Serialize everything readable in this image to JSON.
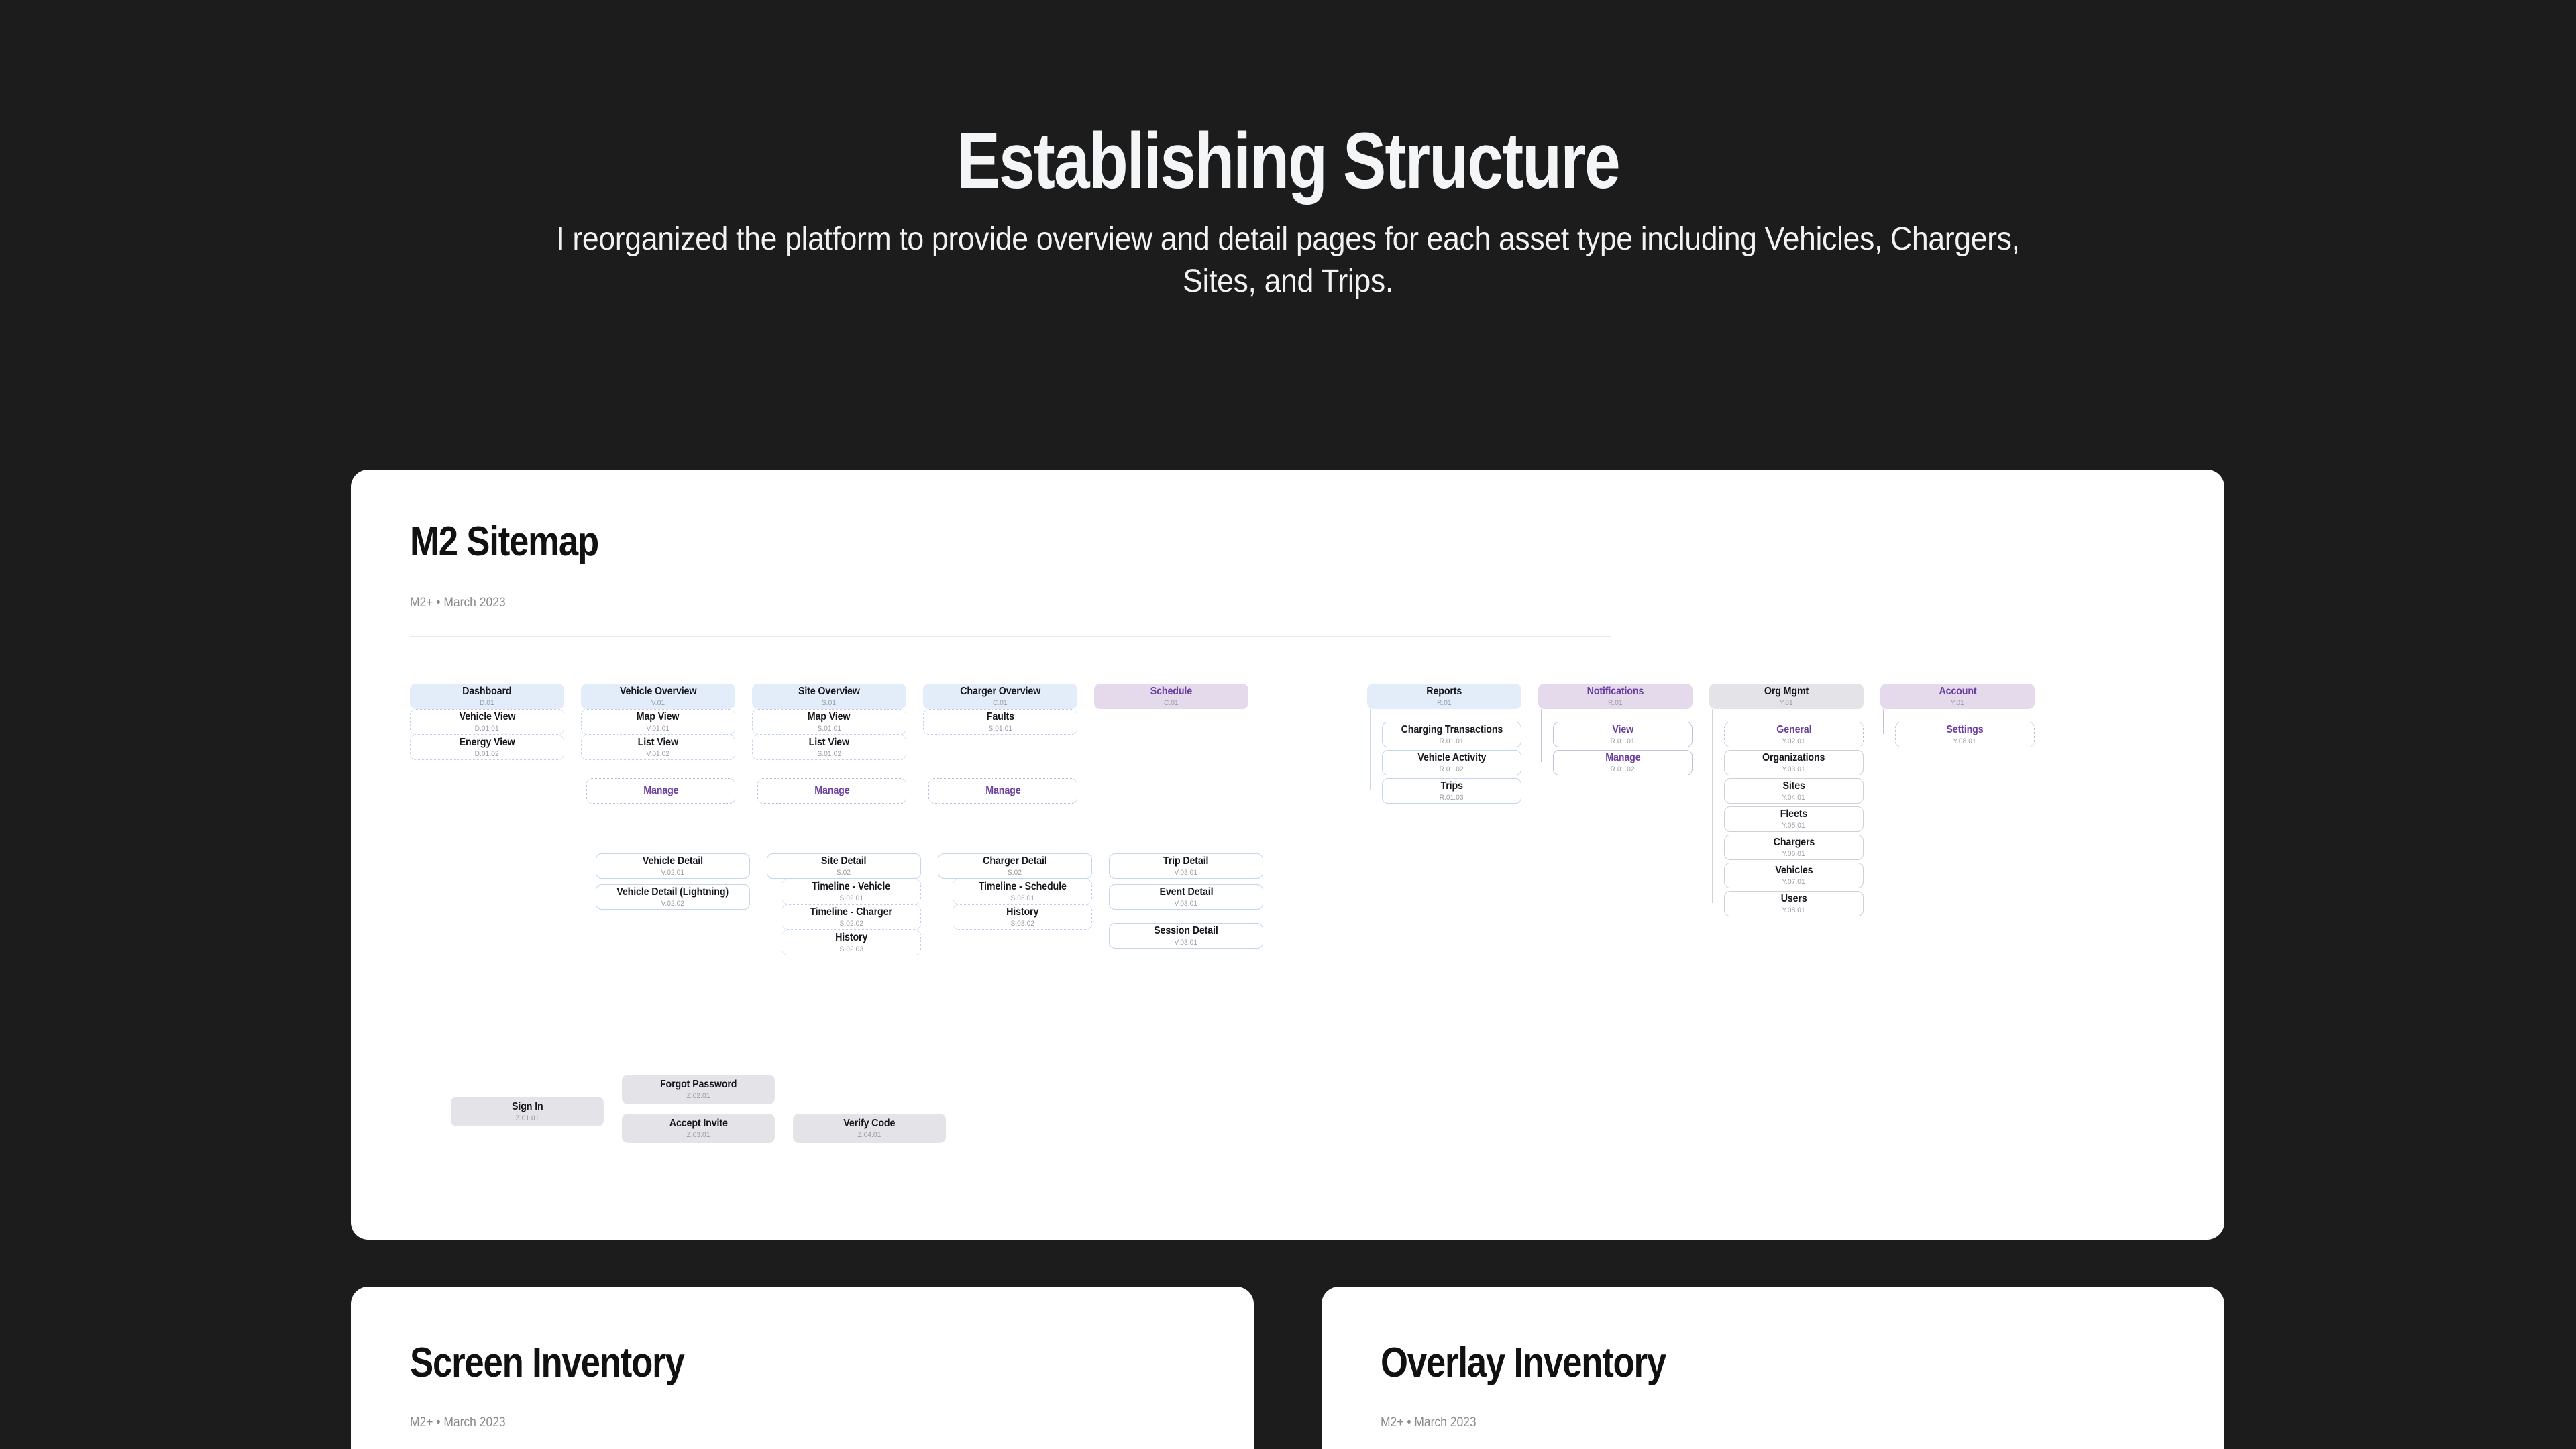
{
  "hero": {
    "title": "Establishing Structure",
    "subtitle": "I reorganized the platform to provide overview and detail pages for each asset type including Vehicles, Chargers, Sites, and Trips."
  },
  "colors": {
    "background": "#1c1c1c",
    "card": "#ffffff",
    "node_blue": "#e3edfa",
    "node_purple": "#e4daec",
    "node_grey": "#e3e3e8",
    "accent_purple": "#6b3fa0",
    "text_dark": "#17161c",
    "text_muted": "#9b9ba3"
  },
  "cards": [
    {
      "id": "sitemap",
      "title": "M2 Sitemap",
      "meta": "M2+ • March 2023"
    },
    {
      "id": "screen",
      "title": "Screen Inventory",
      "meta": "M2+ • March 2023"
    },
    {
      "id": "overlay",
      "title": "Overlay Inventory",
      "meta": "M2+ • March 2023"
    }
  ],
  "sitemap": {
    "columns": [
      {
        "key": "dashboard",
        "header": {
          "label": "Dashboard",
          "code": "D.01",
          "style": "blue-solid"
        },
        "children": [
          {
            "label": "Vehicle View",
            "code": "D.01.01",
            "style": "blue-dotted"
          },
          {
            "label": "Energy View",
            "code": "D.01.02",
            "style": "blue-dotted"
          }
        ],
        "manage": null
      },
      {
        "key": "vehicle-overview",
        "header": {
          "label": "Vehicle Overview",
          "code": "V.01",
          "style": "blue-solid"
        },
        "children": [
          {
            "label": "Map View",
            "code": "V.01.01",
            "style": "blue-dotted"
          },
          {
            "label": "List View",
            "code": "V.01.02",
            "style": "blue-dotted"
          }
        ],
        "manage": {
          "label": "Manage",
          "code": "",
          "style": "purple-dotted"
        }
      },
      {
        "key": "site-overview",
        "header": {
          "label": "Site Overview",
          "code": "S.01",
          "style": "blue-solid"
        },
        "children": [
          {
            "label": "Map View",
            "code": "S.01.01",
            "style": "blue-dotted"
          },
          {
            "label": "List View",
            "code": "S.01.02",
            "style": "blue-dotted"
          }
        ],
        "manage": {
          "label": "Manage",
          "code": "",
          "style": "purple-dotted"
        }
      },
      {
        "key": "charger-overview",
        "header": {
          "label": "Charger Overview",
          "code": "C.01",
          "style": "blue-solid"
        },
        "children": [
          {
            "label": "Faults",
            "code": "S.01.01",
            "style": "blue-dotted"
          }
        ],
        "manage": {
          "label": "Manage",
          "code": "",
          "style": "purple-dotted"
        }
      },
      {
        "key": "schedule",
        "header": {
          "label": "Schedule",
          "code": "C.01",
          "style": "purple-solid"
        },
        "children": [],
        "manage": null
      }
    ],
    "right_columns": [
      {
        "key": "reports",
        "header": {
          "label": "Reports",
          "code": "R.01",
          "style": "blue-solid"
        },
        "children": [
          {
            "label": "Charging Transactions",
            "code": "R.01.01",
            "style": "blue-outline"
          },
          {
            "label": "Vehicle Activity",
            "code": "R.01.02",
            "style": "blue-outline"
          },
          {
            "label": "Trips",
            "code": "R.01.03",
            "style": "blue-outline"
          }
        ]
      },
      {
        "key": "notifications",
        "header": {
          "label": "Notifications",
          "code": "R.01",
          "style": "purple-solid"
        },
        "children": [
          {
            "label": "View",
            "code": "R.01.01",
            "style": "purple-outline"
          },
          {
            "label": "Manage",
            "code": "R.01.02",
            "style": "purple-outline"
          }
        ]
      },
      {
        "key": "org-mgmt",
        "header": {
          "label": "Org Mgmt",
          "code": "Y.01",
          "style": "grey-solid"
        },
        "children": [
          {
            "label": "General",
            "code": "Y.02.01",
            "style": "purple-dotted"
          },
          {
            "label": "Organizations",
            "code": "Y.03.01",
            "style": "grey-outline"
          },
          {
            "label": "Sites",
            "code": "Y.04.01",
            "style": "grey-outline"
          },
          {
            "label": "Fleets",
            "code": "Y.05.01",
            "style": "grey-outline"
          },
          {
            "label": "Chargers",
            "code": "Y.06.01",
            "style": "grey-outline"
          },
          {
            "label": "Vehicles",
            "code": "Y.07.01",
            "style": "grey-outline"
          },
          {
            "label": "Users",
            "code": "Y.08.01",
            "style": "grey-outline"
          }
        ]
      },
      {
        "key": "account",
        "header": {
          "label": "Account",
          "code": "Y.01",
          "style": "purple-solid"
        },
        "children": [
          {
            "label": "Settings",
            "code": "Y.08.01",
            "style": "purple-dotted"
          }
        ]
      }
    ],
    "detail_columns": [
      {
        "key": "vehicle-detail",
        "header": {
          "label": "Vehicle Detail",
          "code": "V.02.01",
          "style": "blue-outline"
        },
        "children": [],
        "siblings": [
          {
            "label": "Vehicle Detail (Lightning)",
            "code": "V.02.02",
            "style": "blue-outline"
          }
        ]
      },
      {
        "key": "site-detail",
        "header": {
          "label": "Site Detail",
          "code": "S.02",
          "style": "blue-outline"
        },
        "children": [
          {
            "label": "Timeline - Vehicle",
            "code": "S.02.01",
            "style": "blue-dotted"
          },
          {
            "label": "Timeline - Charger",
            "code": "S.02.02",
            "style": "blue-dotted"
          },
          {
            "label": "History",
            "code": "S.02.03",
            "style": "blue-dotted"
          }
        ],
        "siblings": []
      },
      {
        "key": "charger-detail",
        "header": {
          "label": "Charger Detail",
          "code": "S.02",
          "style": "blue-outline"
        },
        "children": [
          {
            "label": "Timeline - Schedule",
            "code": "S.03.01",
            "style": "blue-dotted"
          },
          {
            "label": "History",
            "code": "S.03.02",
            "style": "blue-dotted"
          }
        ],
        "siblings": []
      },
      {
        "key": "trip-detail",
        "header": {
          "label": "Trip Detail",
          "code": "V.03.01",
          "style": "blue-outline"
        },
        "children": [],
        "siblings": [
          {
            "label": "Event Detail",
            "code": "V.03.01",
            "style": "blue-outline"
          },
          {
            "label": "Session Detail",
            "code": "V.03.01",
            "style": "blue-outline"
          }
        ]
      }
    ],
    "auth_nodes": [
      {
        "label": "Sign In",
        "code": "Z.01.01",
        "style": "grey-solid"
      },
      {
        "label": "Forgot Password",
        "code": "Z.02.01",
        "style": "grey-solid"
      },
      {
        "label": "Accept Invite",
        "code": "Z.03.01",
        "style": "grey-solid"
      },
      {
        "label": "Verify Code",
        "code": "Z.04.01",
        "style": "grey-solid"
      }
    ]
  }
}
